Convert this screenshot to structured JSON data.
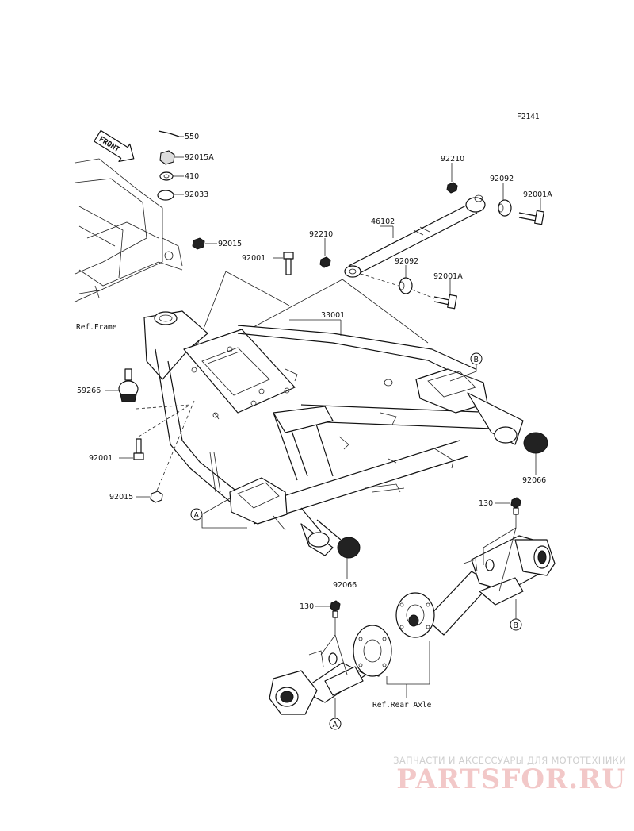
{
  "figure_code": "F2141",
  "front_arrow_text": "FRONT",
  "refs": {
    "frame": "Ref.Frame",
    "rear_axle": "Ref.Rear Axle"
  },
  "callouts": {
    "a": "A",
    "b": "B"
  },
  "parts": {
    "p550": "550",
    "p92015A": "92015A",
    "p410": "410",
    "p92033": "92033",
    "p92015_top": "92015",
    "p92001_top": "92001",
    "p92210_upper": "92210",
    "p92092_upper": "92092",
    "p92001A_upper": "92001A",
    "p46102": "46102",
    "p92210_lower": "92210",
    "p92092_lower": "92092",
    "p92001A_lower": "92001A",
    "p33001": "33001",
    "p59266": "59266",
    "p92001_left": "92001",
    "p92015_left": "92015",
    "p92066_right": "92066",
    "p92066_bottom": "92066",
    "p130_right": "130",
    "p130_left": "130"
  },
  "watermark": {
    "tagline": "ЗАПЧАСТИ И АКСЕССУАРЫ ДЛЯ МОТОТЕХНИКИ",
    "logo": "PARTSFOR.RU",
    "logo_color": "#f2c8c8"
  }
}
